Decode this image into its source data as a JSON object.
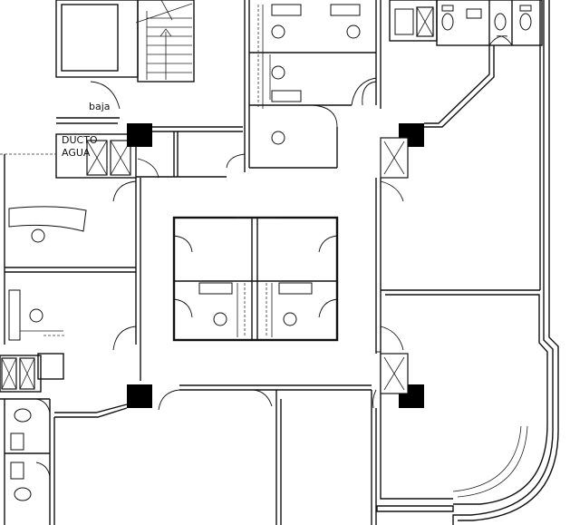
{
  "labels": {
    "stairs_down": "baja",
    "duct_line1": "DUCTO",
    "duct_line2": "AGUA"
  }
}
